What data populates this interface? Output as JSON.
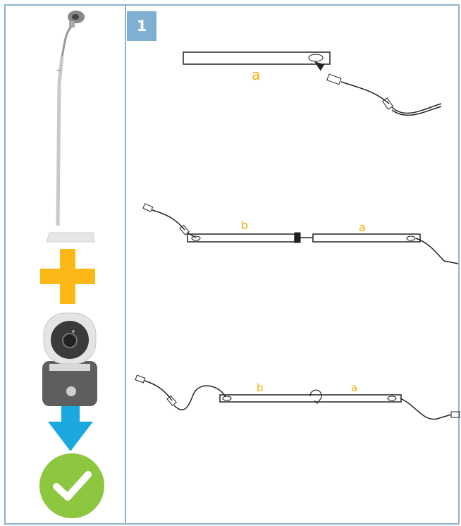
{
  "step": {
    "number": "1"
  },
  "labels": {
    "panel1_a": "a",
    "panel2_b": "b",
    "panel2_a": "a",
    "panel3_b": "b",
    "panel3_a": "a"
  },
  "colors": {
    "frame": "#8fb3cb",
    "badge": "#7fb0d2",
    "plus": "#fbb816",
    "arrow": "#1ba8de",
    "check": "#8dc63f",
    "label": "#f0b000"
  },
  "icons": {
    "stand": "floor-stand-icon",
    "plus": "plus-icon",
    "camera": "camera-icon",
    "arrow": "arrow-down-icon",
    "check": "checkmark-icon"
  }
}
